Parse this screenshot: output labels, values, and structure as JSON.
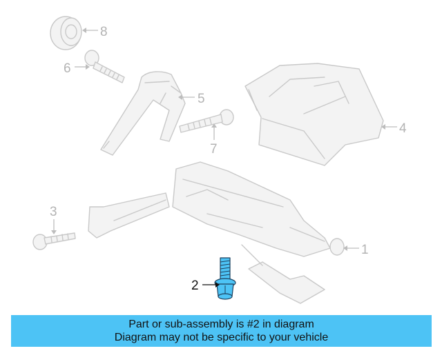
{
  "diagram": {
    "callouts": [
      "1",
      "2",
      "3",
      "4",
      "5",
      "6",
      "7",
      "8"
    ],
    "highlighted_callout": "2",
    "highlight_color": "#4dc3f5"
  },
  "banner": {
    "line1": "Part or sub-assembly is #2 in diagram",
    "line2": "Diagram may not be specific to your vehicle",
    "background": "#4dc3f5"
  }
}
